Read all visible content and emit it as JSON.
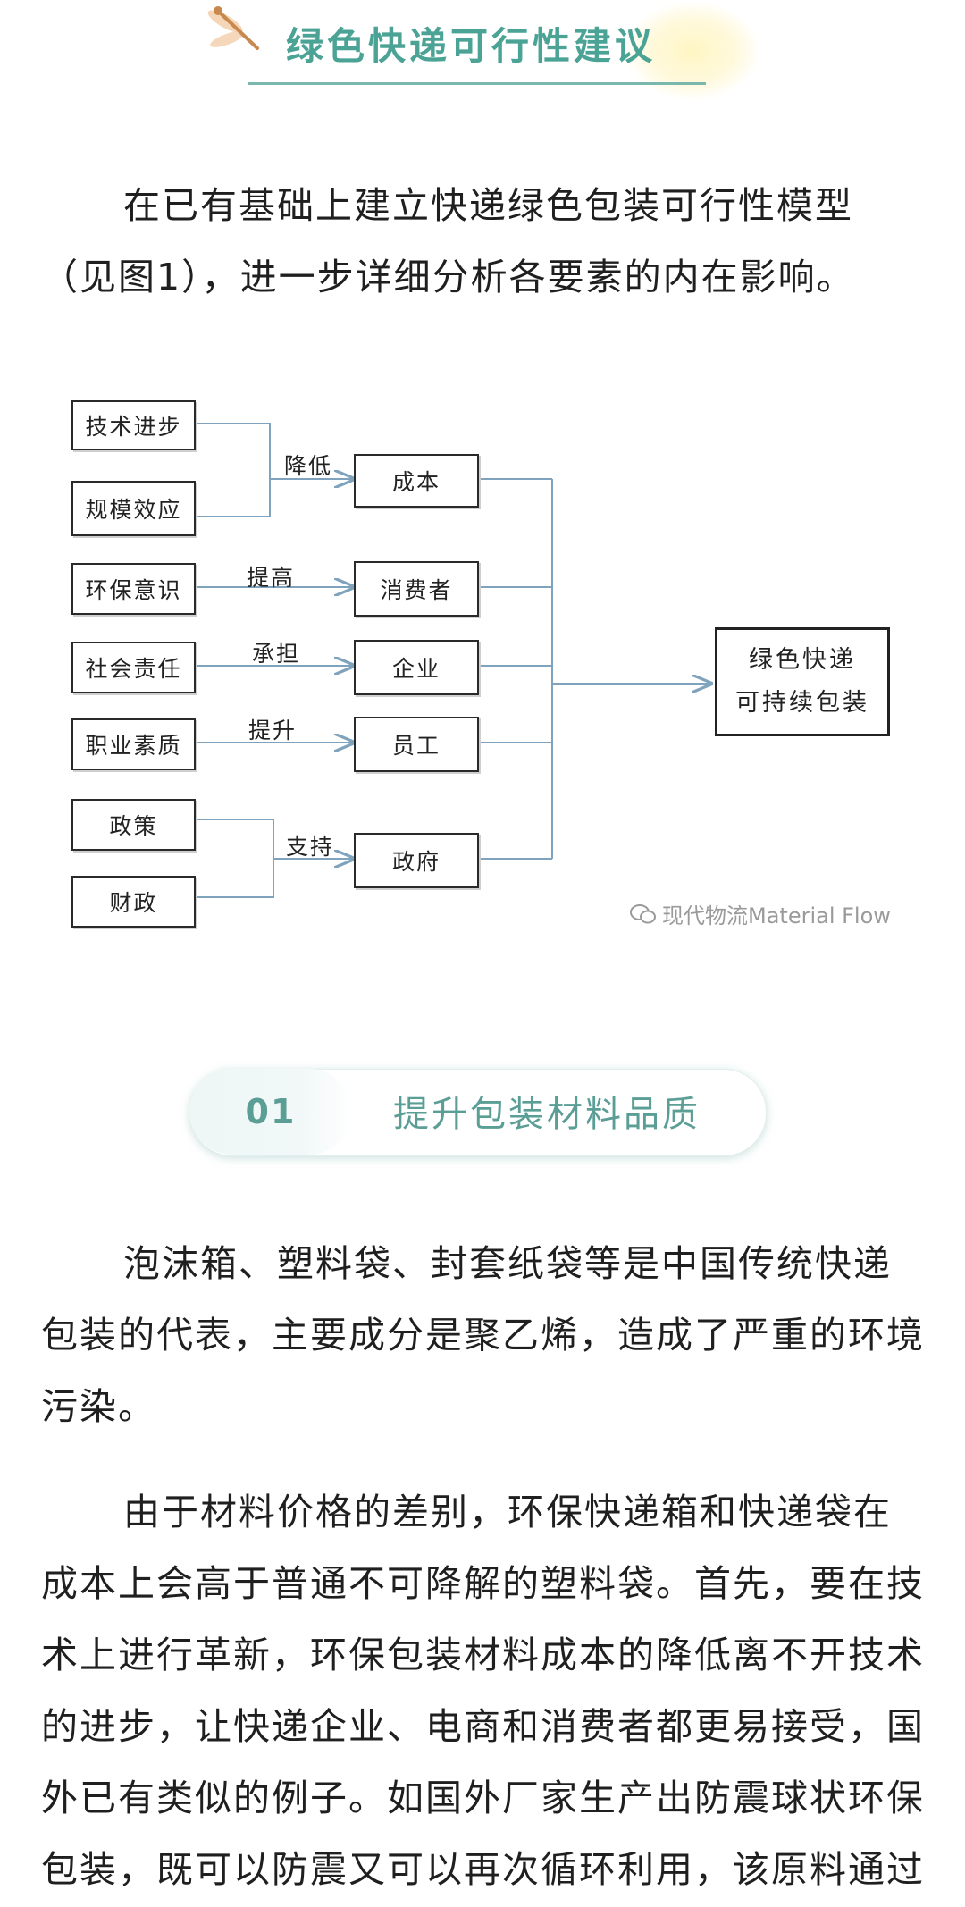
{
  "header": {
    "title": "绿色快递可行性建议"
  },
  "paragraphs": {
    "intro": "在已有基础上建立快递绿色包装可行性模型（见图1），进一步详细分析各要素的内在影响。",
    "p1": "泡沫箱、塑料袋、封套纸袋等是中国传统快递包装的代表，主要成分是聚乙烯，造成了严重的环境污染。",
    "p2": "由于材料价格的差别，环保快递箱和快递袋在成本上会高于普通不可降解的塑料袋。首先，要在技术上进行革新，环保包装材料成本的降低离不开技术的进步，让快递企业、电商和消费者都更易接受，国外已有类似的例子。如国外厂家生产出防震球状环保包装，既可以防震又可以再次循环利用，该原料通过"
  },
  "diagram": {
    "factors": [
      "技术进步",
      "规模效应",
      "环保意识",
      "社会责任",
      "职业素质",
      "政策",
      "财政"
    ],
    "actions": [
      "降低",
      "提高",
      "承担",
      "提升",
      "支持"
    ],
    "targets": [
      "成本",
      "消费者",
      "企业",
      "员工",
      "政府"
    ],
    "result": [
      "绿色快递",
      "可持续包装"
    ],
    "line_color": "#7fa3bc",
    "watermark": "现代物流Material Flow"
  },
  "section": {
    "number": "01",
    "title": "提升包装材料品质"
  },
  "colors": {
    "accent": "#4aa394",
    "section_text": "#5a9e96"
  }
}
